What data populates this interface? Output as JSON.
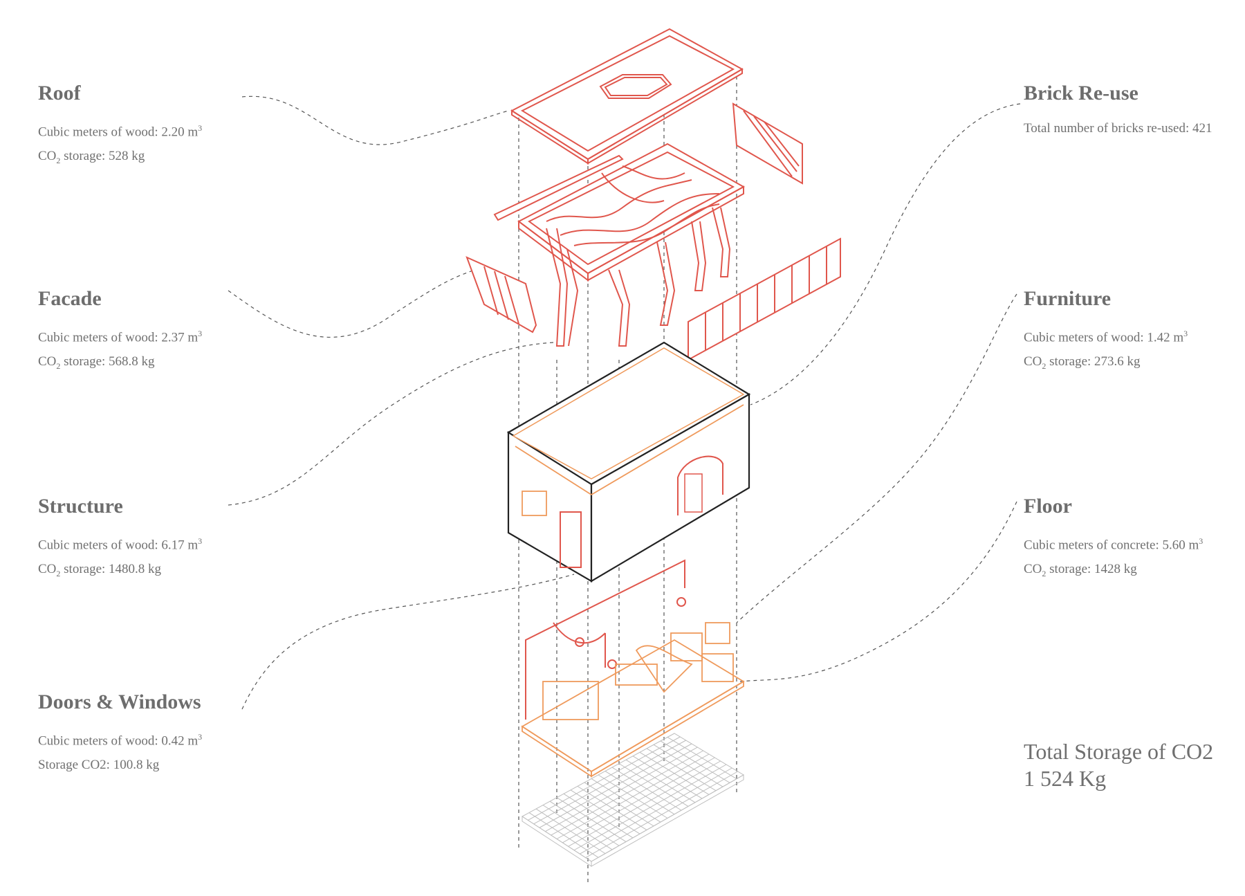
{
  "labels": {
    "roof": {
      "title": "Roof",
      "wood_prefix": "Cubic meters of wood: ",
      "wood_value": "2.20 m",
      "wood_unit_sup": "3",
      "co2_prefix": "CO",
      "co2_sub": "2",
      "co2_rest": " storage: 528 kg"
    },
    "facade": {
      "title": "Facade",
      "wood_prefix": "Cubic meters of wood: ",
      "wood_value": "2.37 m",
      "wood_unit_sup": "3",
      "co2_prefix": "CO",
      "co2_sub": "2",
      "co2_rest": " storage: 568.8 kg"
    },
    "structure": {
      "title": "Structure",
      "wood_prefix": "Cubic meters of wood: ",
      "wood_value": "6.17 m",
      "wood_unit_sup": "3",
      "co2_prefix": "CO",
      "co2_sub": "2",
      "co2_rest": " storage: 1480.8 kg"
    },
    "doors": {
      "title": "Doors & Windows",
      "wood_prefix": "Cubic meters of wood: ",
      "wood_value": "0.42 m",
      "wood_unit_sup": "3",
      "co2_line": "Storage CO2: 100.8 kg"
    },
    "brick": {
      "title": "Brick Re-use",
      "line": "Total number of bricks re-used: 421"
    },
    "furniture": {
      "title": "Furniture",
      "wood_prefix": "Cubic meters of wood: ",
      "wood_value": "1.42 m",
      "wood_unit_sup": "3",
      "co2_prefix": "CO",
      "co2_sub": "2",
      "co2_rest": " storage: 273.6 kg"
    },
    "floor": {
      "title": "Floor",
      "wood_prefix": "Cubic meters of concrete: ",
      "wood_value": "5.60 m",
      "wood_unit_sup": "3",
      "co2_prefix": "CO",
      "co2_sub": "2",
      "co2_rest": " storage: 1428 kg"
    }
  },
  "total": {
    "title": "Total Storage of CO2",
    "value": "1 524 Kg"
  },
  "colors": {
    "roof_red": "#e0564c",
    "furniture_orange": "#ef9a5c",
    "structure_black": "#222222",
    "floor_grey": "#bdbdbd",
    "text_grey": "#6f6f6f"
  }
}
